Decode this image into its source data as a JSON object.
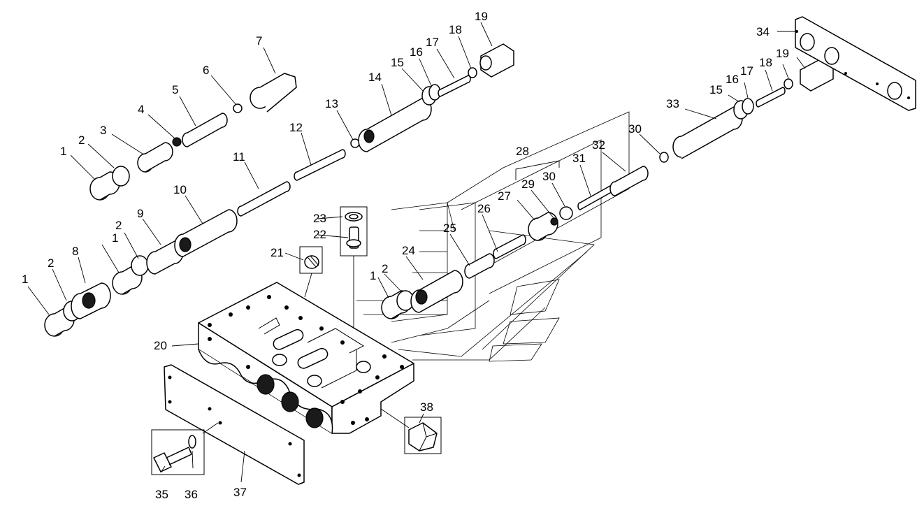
{
  "callouts": [
    {
      "label": "1"
    },
    {
      "label": "2"
    },
    {
      "label": "3"
    },
    {
      "label": "4"
    },
    {
      "label": "5"
    },
    {
      "label": "6"
    },
    {
      "label": "7"
    },
    {
      "label": "8"
    },
    {
      "label": "9"
    },
    {
      "label": "10"
    },
    {
      "label": "11"
    },
    {
      "label": "12"
    },
    {
      "label": "13"
    },
    {
      "label": "14"
    },
    {
      "label": "15"
    },
    {
      "label": "16"
    },
    {
      "label": "17"
    },
    {
      "label": "18"
    },
    {
      "label": "19"
    },
    {
      "label": "20"
    },
    {
      "label": "21"
    },
    {
      "label": "22"
    },
    {
      "label": "23"
    },
    {
      "label": "24"
    },
    {
      "label": "25"
    },
    {
      "label": "26"
    },
    {
      "label": "27"
    },
    {
      "label": "28"
    },
    {
      "label": "29"
    },
    {
      "label": "30"
    },
    {
      "label": "31"
    },
    {
      "label": "32"
    },
    {
      "label": "33"
    },
    {
      "label": "34"
    },
    {
      "label": "35"
    },
    {
      "label": "36"
    },
    {
      "label": "37"
    },
    {
      "label": "38"
    },
    {
      "label": "1"
    },
    {
      "label": "2"
    },
    {
      "label": "1"
    },
    {
      "label": "2"
    },
    {
      "label": "1"
    },
    {
      "label": "2"
    },
    {
      "label": "15"
    },
    {
      "label": "16"
    },
    {
      "label": "17"
    },
    {
      "label": "18"
    },
    {
      "label": "19"
    },
    {
      "label": "30"
    }
  ]
}
